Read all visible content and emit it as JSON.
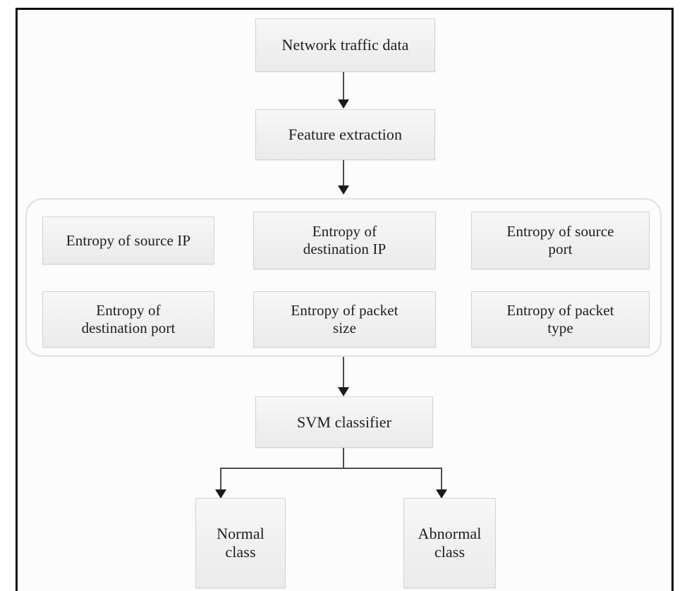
{
  "figure": {
    "type": "flowchart",
    "orientation": "top-to-bottom",
    "description": "Entropy feature extraction with SVM classification pipeline"
  },
  "nodes": {
    "input": {
      "label": "Network traffic data"
    },
    "feature_extraction": {
      "label": "Feature extraction"
    },
    "classifier": {
      "label": "SVM classifier"
    },
    "outputs": [
      {
        "label": "Normal\nclass"
      },
      {
        "label": "Abnormal\nclass"
      }
    ]
  },
  "feature_group": {
    "items": [
      {
        "label": "Entropy of source IP"
      },
      {
        "label": "Entropy of\ndestination IP"
      },
      {
        "label": "Entropy of source\nport"
      },
      {
        "label": "Entropy of\ndestination port"
      },
      {
        "label": "Entropy of packet\nsize"
      },
      {
        "label": "Entropy of packet\ntype"
      }
    ]
  },
  "colors": {
    "box_fill": "#f2f2f2",
    "box_border": "#d2d2d2",
    "group_border": "#e0e0e0",
    "connector": "#4c4c4c",
    "arrowhead": "#1a1a1a",
    "frame": "#0a0a0a",
    "text": "#1d1d1d",
    "page_background": "#ffffff"
  }
}
